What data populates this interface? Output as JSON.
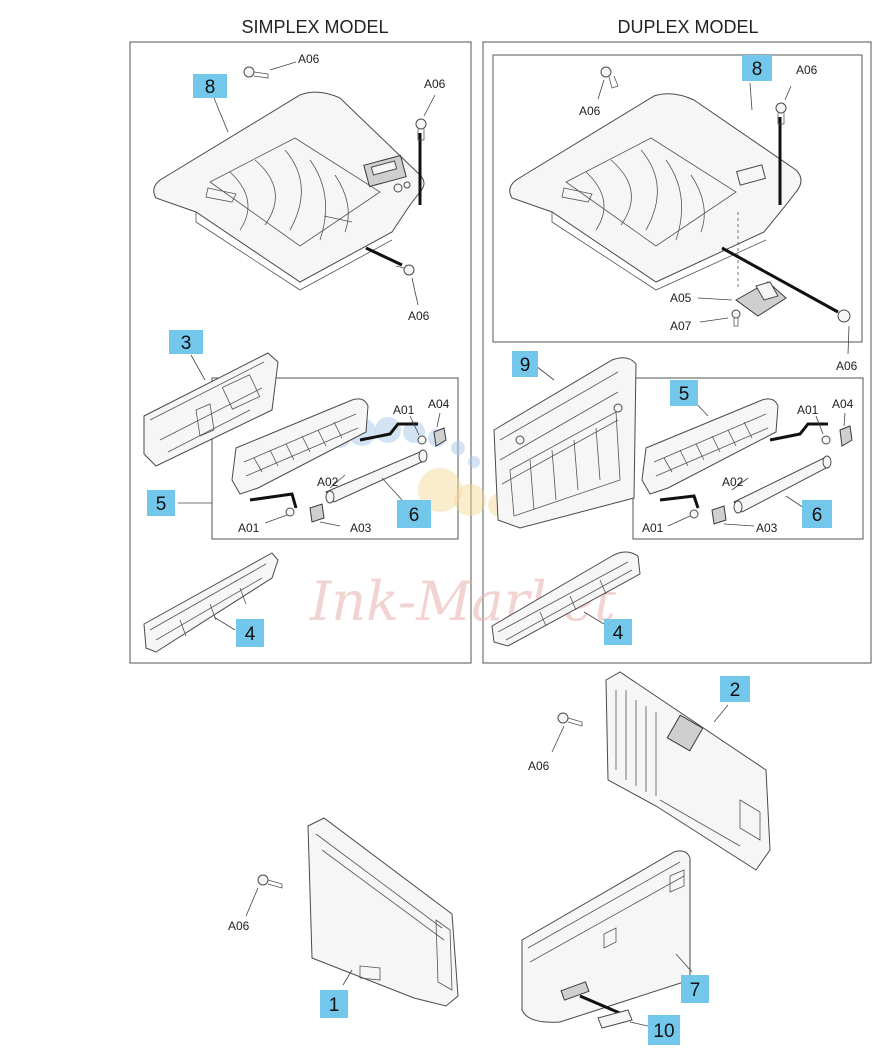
{
  "headings": {
    "simplex": "SIMPLEX MODEL",
    "duplex": "DUPLEX MODEL"
  },
  "watermark": "Ink-Market",
  "colors": {
    "tag_fill": "#73c7ea",
    "line": "#4a4a4a"
  },
  "tags": [
    "8",
    "3",
    "5",
    "6",
    "4",
    "8",
    "9",
    "5",
    "6",
    "4",
    "2",
    "1",
    "7",
    "10"
  ],
  "callouts": [
    "A06",
    "A06",
    "A06",
    "A01",
    "A04",
    "A02",
    "A01",
    "A03",
    "A06",
    "A06",
    "A05",
    "A07",
    "A06",
    "A01",
    "A04",
    "A02",
    "A01",
    "A03",
    "A06",
    "A06"
  ]
}
